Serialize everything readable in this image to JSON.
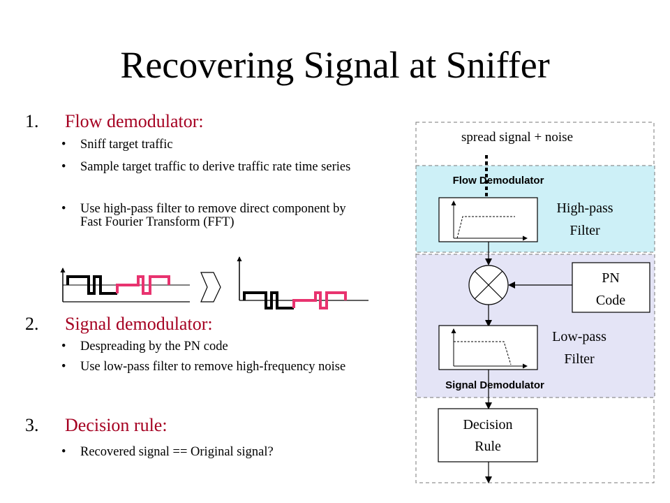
{
  "title": "Recovering Signal at Sniffer",
  "steps": [
    {
      "number": "1.",
      "label": "Flow demodulator:",
      "bullets": [
        "Sniff target traffic",
        "Sample target traffic to derive traffic rate time series",
        "Use high-pass filter to remove direct component by Fast Fourier Transform (FFT)"
      ]
    },
    {
      "number": "2.",
      "label": "Signal demodulator:",
      "bullets": [
        "Despreading by the PN code",
        "Use low-pass filter to remove high-frequency noise"
      ]
    },
    {
      "number": "3.",
      "label": "Decision rule:",
      "bullets": [
        "Recovered signal == Original signal?"
      ]
    }
  ],
  "diagram": {
    "input_label": "spread signal + noise",
    "flow_demodulator_label": "Flow  Demodulator",
    "high_pass_label": [
      "High-pass",
      "Filter"
    ],
    "pn_code_label": [
      "PN",
      "Code"
    ],
    "low_pass_label": [
      "Low-pass",
      "Filter"
    ],
    "signal_demodulator_label": "Signal  Demodulator",
    "decision_rule_label": [
      "Decision",
      "Rule"
    ]
  },
  "colors": {
    "step_label": "#a50021",
    "waveform_black": "#000000",
    "waveform_pink": "#e8336f",
    "flow_demod_fill": "#cdf0f7",
    "signal_demod_fill": "#e4e4f6"
  }
}
